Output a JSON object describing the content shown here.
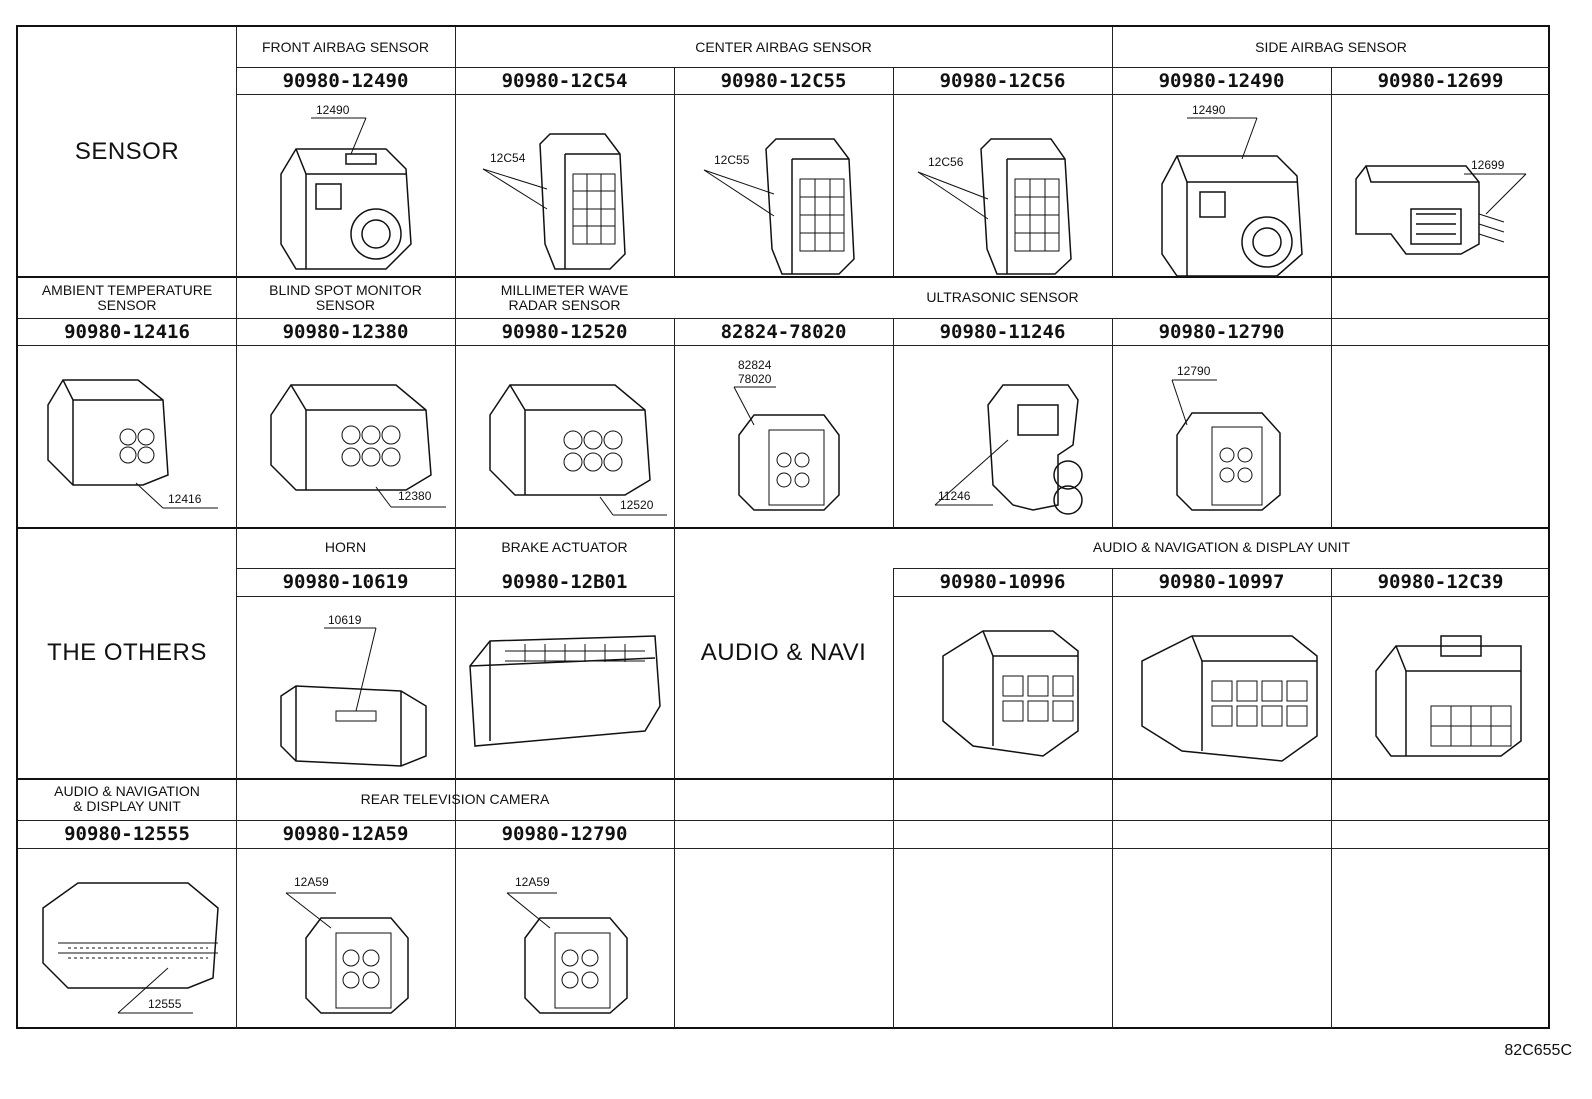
{
  "categories": {
    "sensor": "SENSOR",
    "others": "THE OTHERS",
    "audio_navi": "AUDIO & NAVI"
  },
  "headers": {
    "front_airbag": "FRONT AIRBAG SENSOR",
    "center_airbag": "CENTER AIRBAG SENSOR",
    "side_airbag": "SIDE AIRBAG SENSOR",
    "ambient_temp": "AMBIENT TEMPERATURE\nSENSOR",
    "blind_spot": "BLIND SPOT MONITOR\nSENSOR",
    "mmwave": "MILLIMETER WAVE\nRADAR SENSOR",
    "ultrasonic": "ULTRASONIC SENSOR",
    "horn": "HORN",
    "brake": "BRAKE ACTUATOR",
    "audio_nav": "AUDIO & NAVIGATION & DISPLAY UNIT",
    "audio_nav2": "AUDIO & NAVIGATION\n& DISPLAY UNIT",
    "rear_cam": "REAR TELEVISION CAMERA"
  },
  "parts": {
    "r1": [
      "90980-12490",
      "90980-12C54",
      "90980-12C55",
      "90980-12C56",
      "90980-12490",
      "90980-12699"
    ],
    "r2": [
      "90980-12416",
      "90980-12380",
      "90980-12520",
      "82824-78020",
      "90980-11246",
      "90980-12790"
    ],
    "r3": [
      "90980-10619",
      "90980-12B01",
      "90980-10996",
      "90980-10997",
      "90980-12C39"
    ],
    "r4": [
      "90980-12555",
      "90980-12A59",
      "90980-12790"
    ]
  },
  "callouts": {
    "r1": [
      "12490",
      "12C54",
      "12C55",
      "12C56",
      "12490",
      "12699"
    ],
    "r2": [
      "12416",
      "12380",
      "12520",
      "82824",
      "78020",
      "11246",
      "12790"
    ],
    "r3": [
      "10619"
    ],
    "r4": [
      "12555",
      "12A59",
      "12A59"
    ]
  },
  "figure_id": "82C655C"
}
